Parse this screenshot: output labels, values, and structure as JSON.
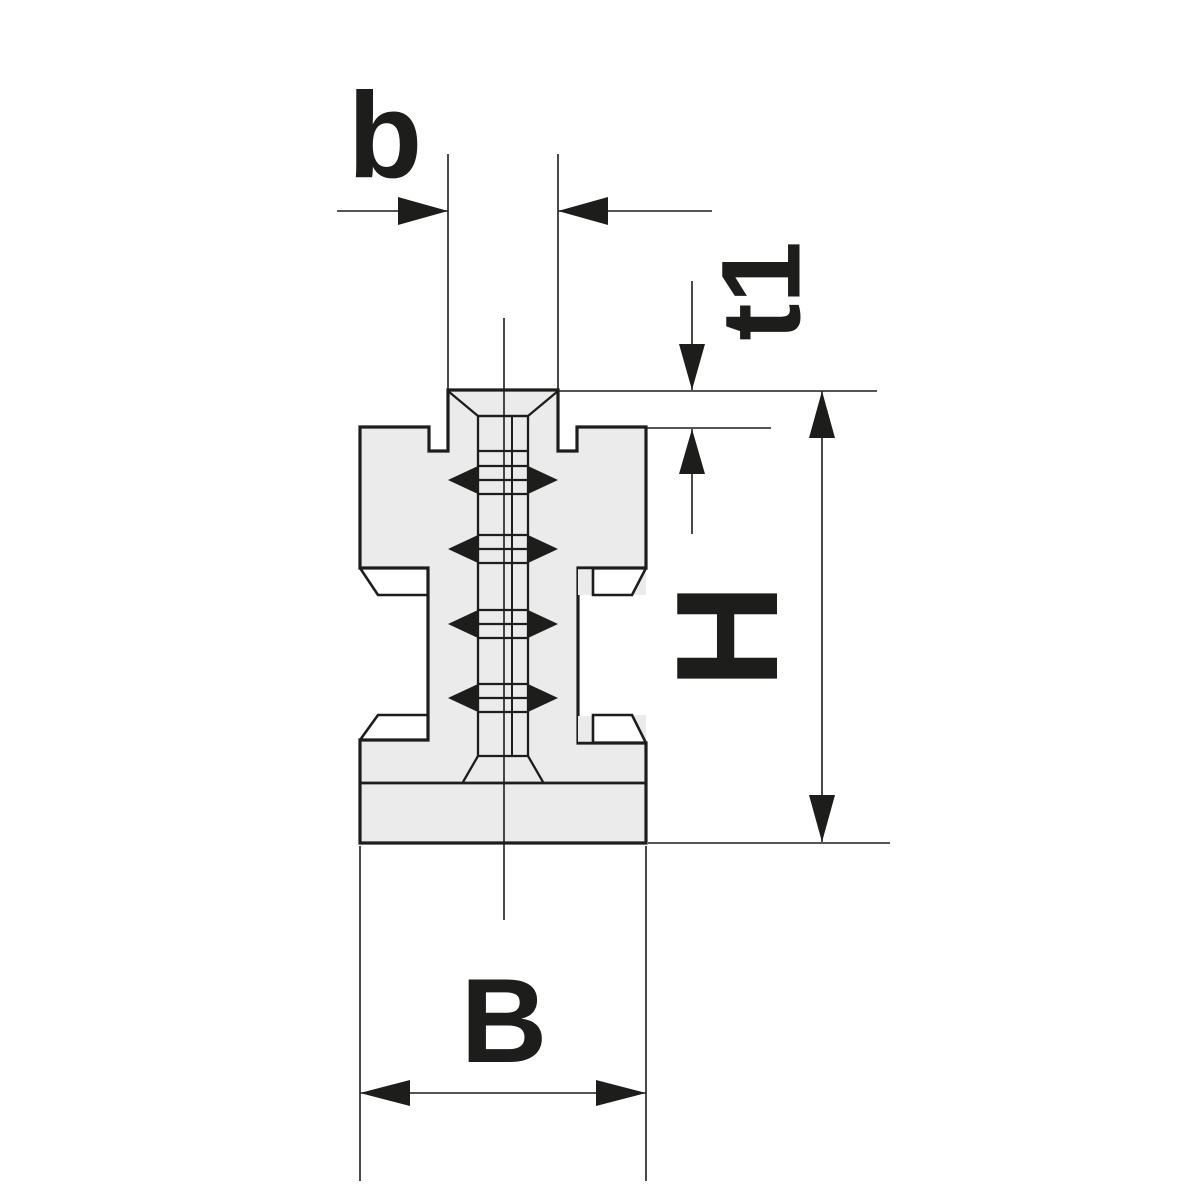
{
  "drawing": {
    "type": "technical-dimension-drawing",
    "subject": "chuck-top-jaw-cross-section",
    "dimension_labels": {
      "groove_width": "b",
      "tenon_depth": "t1",
      "jaw_height": "H",
      "jaw_width": "B"
    },
    "colors": {
      "background": "#ffffff",
      "part_fill": "#ebebeb",
      "line": "#1d1d1b"
    }
  }
}
